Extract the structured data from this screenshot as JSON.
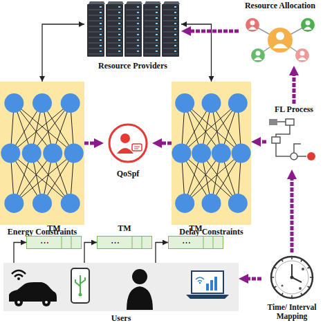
{
  "diagram": {
    "nodes": [
      {
        "text": [
          "Resource Providers"
        ]
      },
      {
        "text": [
          "Resource Allocation"
        ]
      },
      {
        "text": [
          "Energy Constraints"
        ]
      },
      {
        "text": [
          "QoSpf"
        ]
      },
      {
        "text": [
          "Delay Constraints"
        ]
      },
      {
        "text": [
          "FL Process"
        ]
      },
      {
        "text": [
          "TM",
          "⋯"
        ]
      },
      {
        "text": [
          "TM",
          "⋯"
        ]
      },
      {
        "text": [
          "TM",
          "⋯"
        ]
      },
      {
        "text": [
          "Users"
        ]
      },
      {
        "text": [
          "Time/ Interval Mapping"
        ]
      }
    ],
    "edges": [
      {
        "from": 2,
        "to": 0,
        "arrow": "both"
      },
      {
        "from": 4,
        "to": 0,
        "arrow": "both"
      },
      {
        "from": 1,
        "to": 0,
        "arrow": "to"
      },
      {
        "from": 5,
        "to": 1,
        "arrow": "to"
      },
      {
        "from": 5,
        "to": 4,
        "arrow": "to"
      },
      {
        "from": 4,
        "to": 3,
        "arrow": "to"
      },
      {
        "from": 2,
        "to": 3,
        "arrow": "to"
      },
      {
        "from": 10,
        "to": 5,
        "arrow": "to"
      },
      {
        "from": 10,
        "to": 9,
        "arrow": "to"
      },
      {
        "from": 9,
        "to": 6,
        "arrow": "to"
      },
      {
        "from": 9,
        "to": 7,
        "arrow": "to"
      },
      {
        "from": 9,
        "to": 8,
        "arrow": "to"
      }
    ]
  }
}
